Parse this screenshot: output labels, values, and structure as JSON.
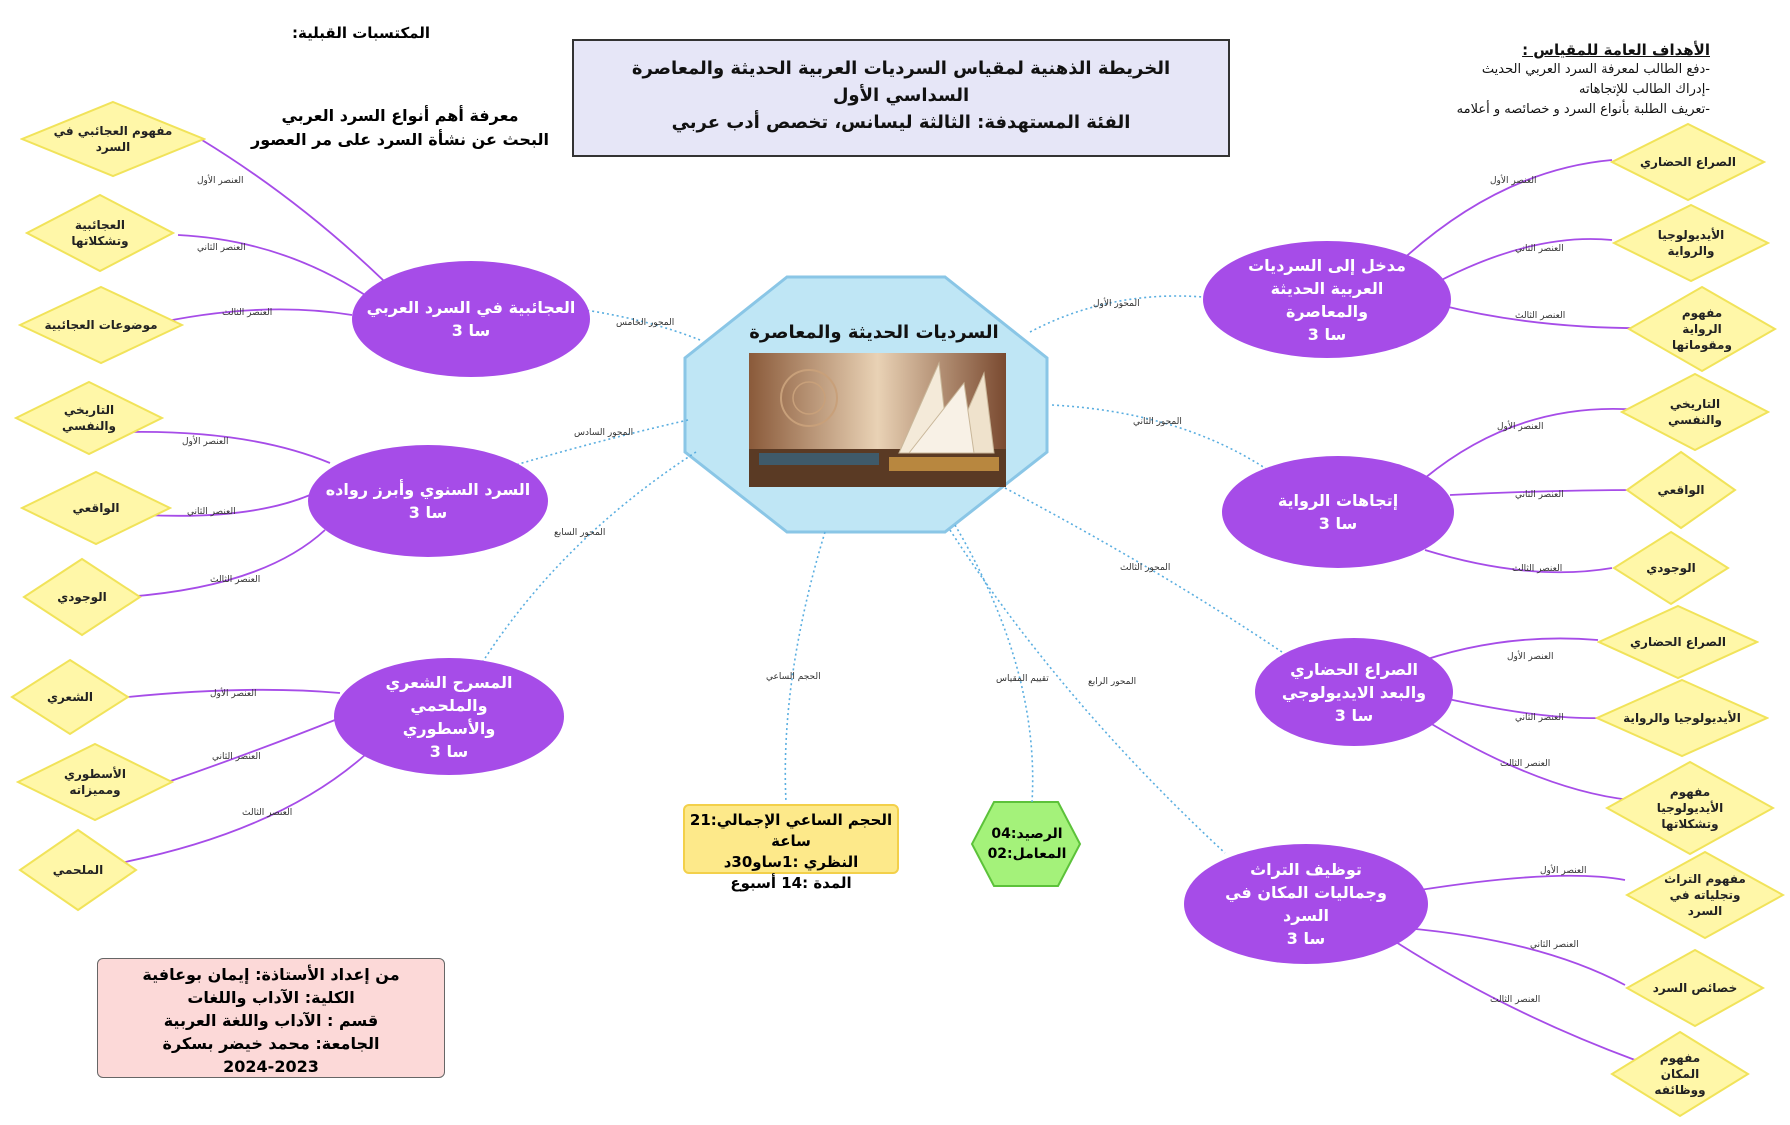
{
  "title": {
    "line1": "الخريطة الذهنية لمقياس السرديات العربية الحديثة والمعاصرة",
    "line2": "السداسي الأول",
    "line3": "الفئة المستهدفة: الثالثة ليسانس، تخصص أدب عربي"
  },
  "goals": {
    "heading": "الأهداف العامة للمقياس :",
    "items": [
      "-دفع الطالب لمعرفة السرد العربي الحديث",
      "-إدراك الطالب للإتجاهاته",
      "-تعريف الطلبة بأنواع السرد و خصائصه و أعلامه"
    ]
  },
  "prerequisites": {
    "heading": "المكتسبات القبلية:",
    "line1": "معرفة أهم أنواع السرد العربي",
    "line2": "البحث عن نشأة السرد على مر العصور"
  },
  "center": {
    "title": "السرديات الحديثة والمعاصرة"
  },
  "axes": [
    {
      "label": "المحور الأول",
      "title": "مدخل إلى السرديات العربية الحديثة والمعاصرة",
      "hours": "سا 3",
      "elements": [
        "الصراع الحضاري",
        "الأيديولوجيا والرواية",
        "مفهوم الرواية ومقوماتها"
      ]
    },
    {
      "label": "المحور الثاني",
      "title": "إتجاهات الرواية",
      "hours": "سا 3",
      "elements": [
        "التاريخي والنفسي",
        "الواقعي",
        "الوجودي"
      ]
    },
    {
      "label": "المحور الثالث",
      "title": "الصراع الحضاري والبعد الايديولوجي",
      "hours": "سا 3",
      "elements": [
        "الصراع الحضاري",
        "الأيديولوجيا والرواية",
        "مفهوم الأيديولوجيا وتشكلاتها"
      ]
    },
    {
      "label": "المحور الرابع",
      "title": "توظيف التراث وجماليات المكان في السرد",
      "hours": "سا 3",
      "elements": [
        "مفهوم التراث وتجلياته في السرد",
        "خصائص السرد",
        "مفهوم المكان ووظائفه"
      ]
    },
    {
      "label": "المحور الخامس",
      "title": "العجائبية في السرد العربي",
      "hours": "سا 3",
      "elements": [
        "مفهوم العجائبي في السرد",
        "العجائبية وتشكلاتها",
        "موضوعات العجائبية"
      ]
    },
    {
      "label": "المحور السادس",
      "title": "السرد السنوي وأبرز رواده",
      "hours": "سا 3",
      "elements": [
        "التاريخي والنفسي",
        "الواقعي",
        "الوجودي"
      ]
    },
    {
      "label": "المحور السابع",
      "title": "المسرح الشعري والملحمي والأسطوري",
      "hours": "سا 3",
      "elements": [
        "الشعري",
        "الأسطوري ومميزاته",
        "الملحمي"
      ]
    }
  ],
  "element_labels": [
    "العنصر الأول",
    "العنصر الثاني",
    "العنصر الثالث"
  ],
  "volume": {
    "edge_label": "الحجم الساعي",
    "line1": "الحجم الساعي الإجمالي:21 ساعة",
    "line2": "النظري :1ساو30د",
    "line3": "المدة :14 أسبوع"
  },
  "evaluation": {
    "edge_label": "تقييم المقياس",
    "line1": "الرصيد:04",
    "line2": "المعامل:02"
  },
  "author": {
    "line1": "من إعداد الأستاذة: إيمان بوعافية",
    "line2": "الكلية: الآداب واللغات",
    "line3": "قسم : الآداب واللغة العربية",
    "line4": "الجامعة: محمد خيضر بسكرة",
    "line5": "2024-2023"
  },
  "colors": {
    "ellipse": "#a64ce8",
    "diamond_fill": "#fff7a8",
    "diamond_stroke": "#f1e35a",
    "center_fill": "#bfe6f5",
    "center_stroke": "#8ac6e6",
    "hexagon_fill": "#a4f27a",
    "hexagon_stroke": "#5cc23a",
    "branch_line": "#a64ce8",
    "axis_line": "#5aaee0"
  }
}
